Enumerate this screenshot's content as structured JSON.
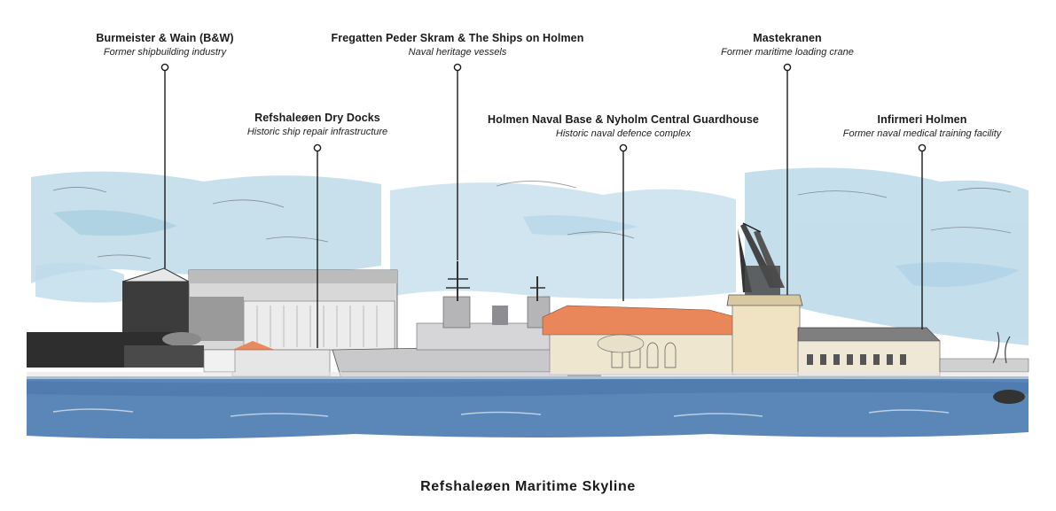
{
  "diagram": {
    "caption": "Refshaleøen Maritime Skyline",
    "labels": [
      {
        "name": "Burmeister & Wain (B&W)",
        "description": "Former shipbuilding industry"
      },
      {
        "name": "Refshaleøen Dry Docks",
        "description": "Historic ship repair infrastructure"
      },
      {
        "name": "Fregatten Peder Skram & The Ships on Holmen",
        "description": "Naval heritage vessels"
      },
      {
        "name": "Holmen Naval Base & Nyholm Central Guardhouse",
        "description": "Historic naval defence complex"
      },
      {
        "name": "Mastekranen",
        "description": "Former maritime loading crane"
      },
      {
        "name": "Infirmeri Holmen",
        "description": "Former naval medical training facility"
      }
    ]
  },
  "colors": {
    "sky": "#a9cfe2",
    "water": "#5b87b8",
    "roof_orange": "#e9875a",
    "ship_grey": "#c9c9cc",
    "dark_hall": "#3a3a3a",
    "warm_beige": "#efe3c4",
    "ink": "#1a1a1a"
  }
}
